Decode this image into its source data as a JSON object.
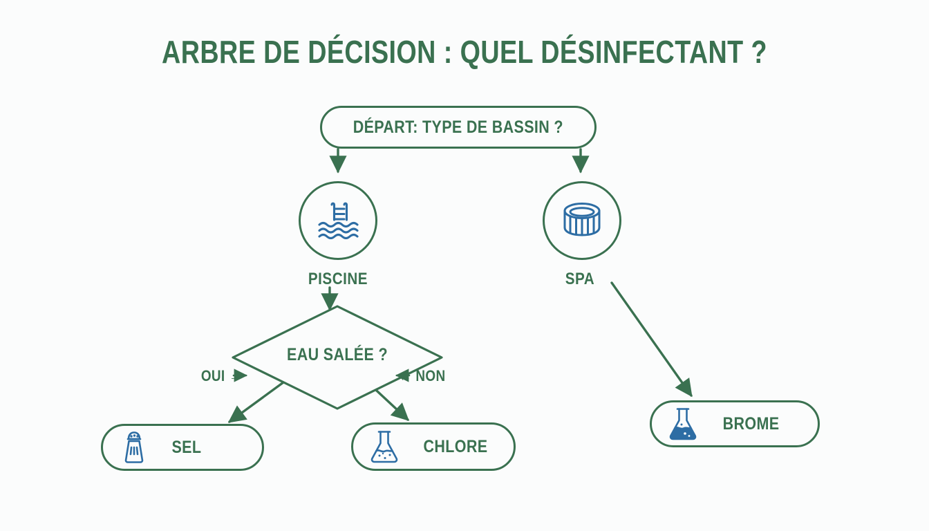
{
  "page": {
    "title": "ARBRE DE DÉCISION : QUEL DÉSINFECTANT ?",
    "background_color": "#fbfcfc",
    "accent_green": "#3a7150",
    "icon_blue": "#2d6da4"
  },
  "diagram": {
    "type": "decision-tree",
    "root": {
      "label": "DÉPART: TYPE DE BASSIN ?",
      "shape": "pill"
    },
    "branches": [
      {
        "id": "piscine",
        "label": "PISCINE",
        "icon": "swimming-pool-icon",
        "shape": "circle"
      },
      {
        "id": "spa",
        "label": "SPA",
        "icon": "hot-tub-icon",
        "shape": "circle"
      }
    ],
    "decision": {
      "label": "EAU SALÉE ?",
      "shape": "diamond",
      "yes_label": "OUI →",
      "no_label": "← NON"
    },
    "outcomes": [
      {
        "id": "sel",
        "label": "SEL",
        "icon": "salt-shaker-icon",
        "shape": "pill",
        "from": "EAU SALÉE ? / OUI"
      },
      {
        "id": "chlore",
        "label": "CHLORE",
        "icon": "flask-icon",
        "shape": "pill",
        "from": "EAU SALÉE ? / NON"
      },
      {
        "id": "brome",
        "label": "BROME",
        "icon": "flask-filled-icon",
        "shape": "pill",
        "from": "SPA"
      }
    ]
  }
}
